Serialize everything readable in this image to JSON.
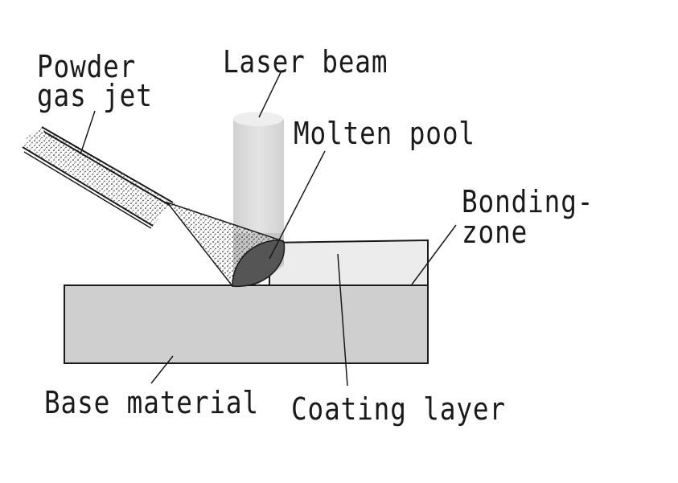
{
  "labels": {
    "powder_line1": "Powder",
    "powder_line2": "gas jet",
    "laser_beam": "Laser beam",
    "molten_pool": "Molten pool",
    "bonding_line1": "Bonding-",
    "bonding_line2": "zone",
    "base_material": "Base material",
    "coating_layer": "Coating layer"
  },
  "colors": {
    "base": "#cfcfcf",
    "coating": "#ececec",
    "beam": "#d8d8d8",
    "pool": "#555555",
    "stroke": "#1a1a1a",
    "powder_dots": "#333333"
  },
  "icons": {
    "nozzle": "powder-nozzle-icon",
    "beam": "laser-beam-icon"
  }
}
